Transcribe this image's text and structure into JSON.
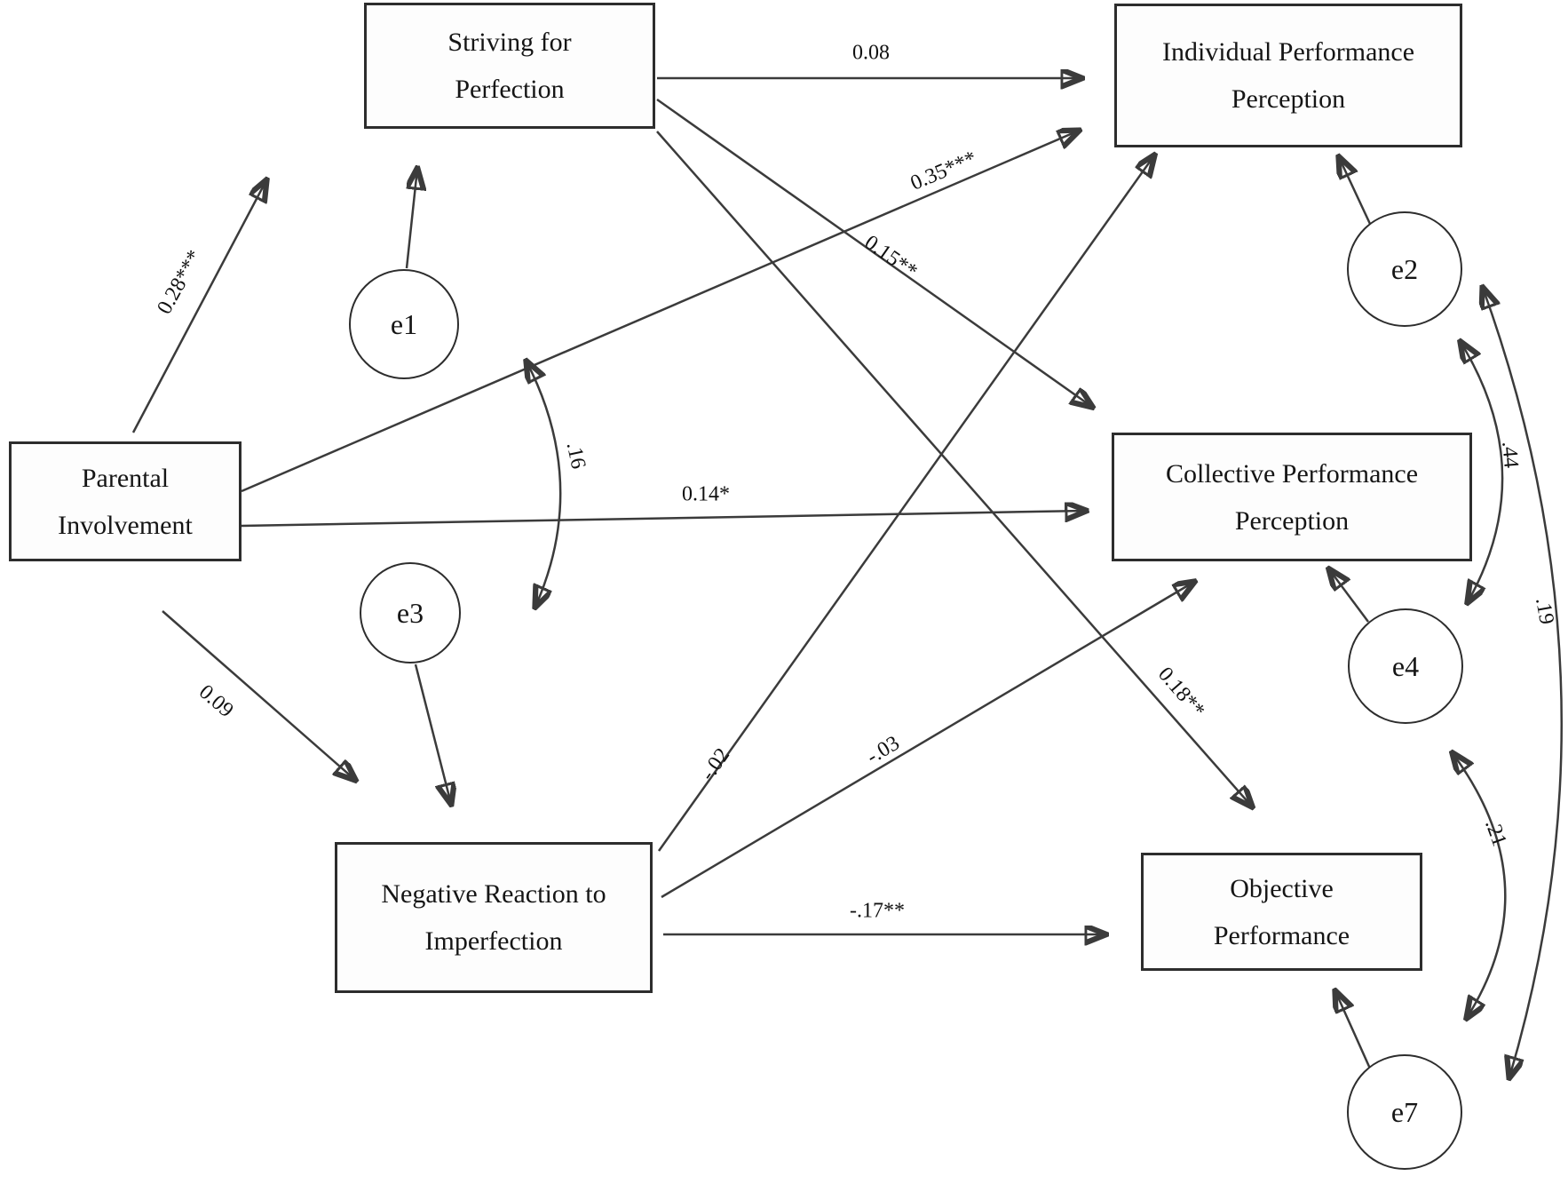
{
  "figure": {
    "type": "structural-equation-model-path-diagram",
    "background_color": "#ffffff",
    "line_color": "#3b3b3b",
    "box_border_color": "#2d2d2d",
    "nodes": {
      "striving": {
        "lines": [
          "Striving for",
          "Perfection"
        ]
      },
      "individual": {
        "lines": [
          "Individual Performance",
          "Perception"
        ]
      },
      "parental": {
        "lines": [
          "Parental",
          "Involvement"
        ]
      },
      "collective": {
        "lines": [
          "Collective Performance",
          "Perception"
        ]
      },
      "negative": {
        "lines": [
          "Negative Reaction to",
          "Imperfection"
        ]
      },
      "objective": {
        "lines": [
          "Objective",
          "Performance"
        ]
      }
    },
    "error_terms": {
      "e1": "e1",
      "e2": "e2",
      "e3": "e3",
      "e4": "e4",
      "e7": "e7"
    },
    "edges": [
      {
        "from": "parental",
        "to": "striving",
        "label": "0.28***",
        "type": "directed"
      },
      {
        "from": "parental",
        "to": "individual",
        "label": "0.35***",
        "type": "directed"
      },
      {
        "from": "parental",
        "to": "collective",
        "label": "0.14*",
        "type": "directed"
      },
      {
        "from": "parental",
        "to": "negative",
        "label": "0.09",
        "type": "directed"
      },
      {
        "from": "striving",
        "to": "individual",
        "label": "0.08",
        "type": "directed"
      },
      {
        "from": "striving",
        "to": "collective",
        "label": "0.15**",
        "type": "directed"
      },
      {
        "from": "striving",
        "to": "objective",
        "label": "0.18**",
        "type": "directed"
      },
      {
        "from": "negative",
        "to": "individual",
        "label": "-.02",
        "type": "directed"
      },
      {
        "from": "negative",
        "to": "collective",
        "label": "-.03",
        "type": "directed"
      },
      {
        "from": "negative",
        "to": "objective",
        "label": "-.17**",
        "type": "directed"
      },
      {
        "from": "e1",
        "to": "striving",
        "label": "",
        "type": "error"
      },
      {
        "from": "e3",
        "to": "negative",
        "label": "",
        "type": "error"
      },
      {
        "from": "e2",
        "to": "individual",
        "label": "",
        "type": "error"
      },
      {
        "from": "e4",
        "to": "collective",
        "label": "",
        "type": "error"
      },
      {
        "from": "e7",
        "to": "objective",
        "label": "",
        "type": "error"
      },
      {
        "from": "e1",
        "to": "e3",
        "label": ".16",
        "type": "covariance"
      },
      {
        "from": "e2",
        "to": "e4",
        "label": ".44",
        "type": "covariance"
      },
      {
        "from": "e4",
        "to": "e7",
        "label": ".21",
        "type": "covariance"
      },
      {
        "from": "e2",
        "to": "e7",
        "label": ".19",
        "type": "covariance"
      }
    ]
  }
}
